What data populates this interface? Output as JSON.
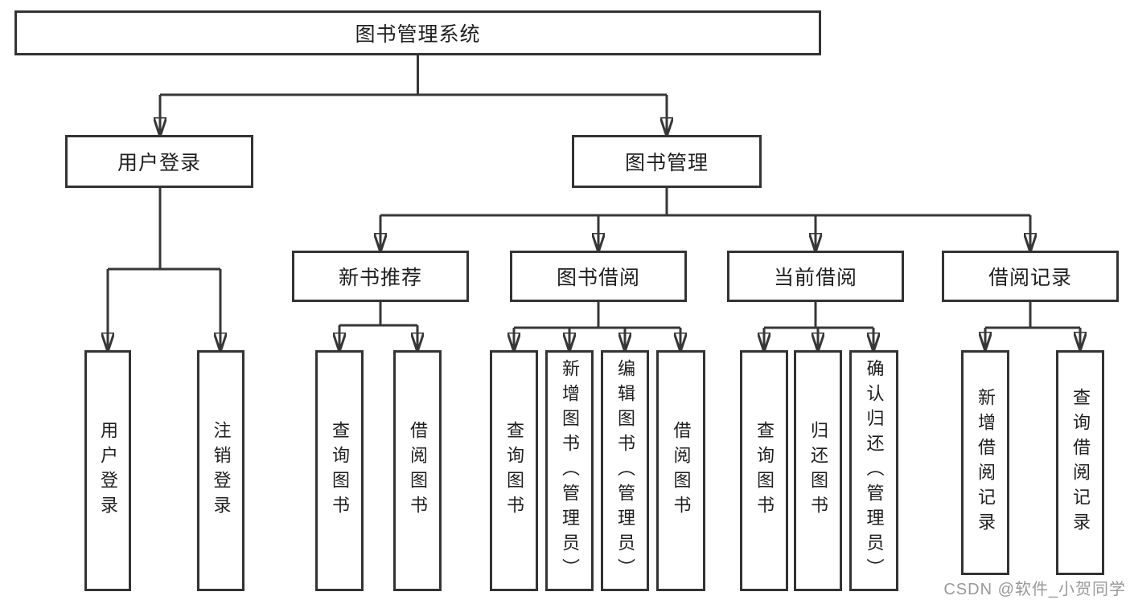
{
  "diagram": {
    "root": "图书管理系统",
    "level2": {
      "user_login": "用户登录",
      "book_management": "图书管理"
    },
    "level3": {
      "new_book_recommend": "新书推荐",
      "book_borrowing": "图书借阅",
      "current_borrowing": "当前借阅",
      "borrowing_records": "借阅记录"
    },
    "leaves": {
      "login": [
        "用户登录",
        "注销登录"
      ],
      "recommend": [
        "查询图书",
        "借阅图书"
      ],
      "borrow": [
        "查询图书",
        "新增图书（管理员）",
        "编辑图书（管理员）",
        "借阅图书"
      ],
      "current": [
        "查询图书",
        "归还图书",
        "确认归还（管理员）"
      ],
      "records": [
        "新增借阅记录",
        "查询借阅记录"
      ]
    }
  },
  "watermark": "CSDN @软件_小贺同学",
  "colors": {
    "line": "#373737",
    "box_border": "#333333",
    "text": "#1f1f1f",
    "watermark": "#999999",
    "background": "#ffffff"
  }
}
